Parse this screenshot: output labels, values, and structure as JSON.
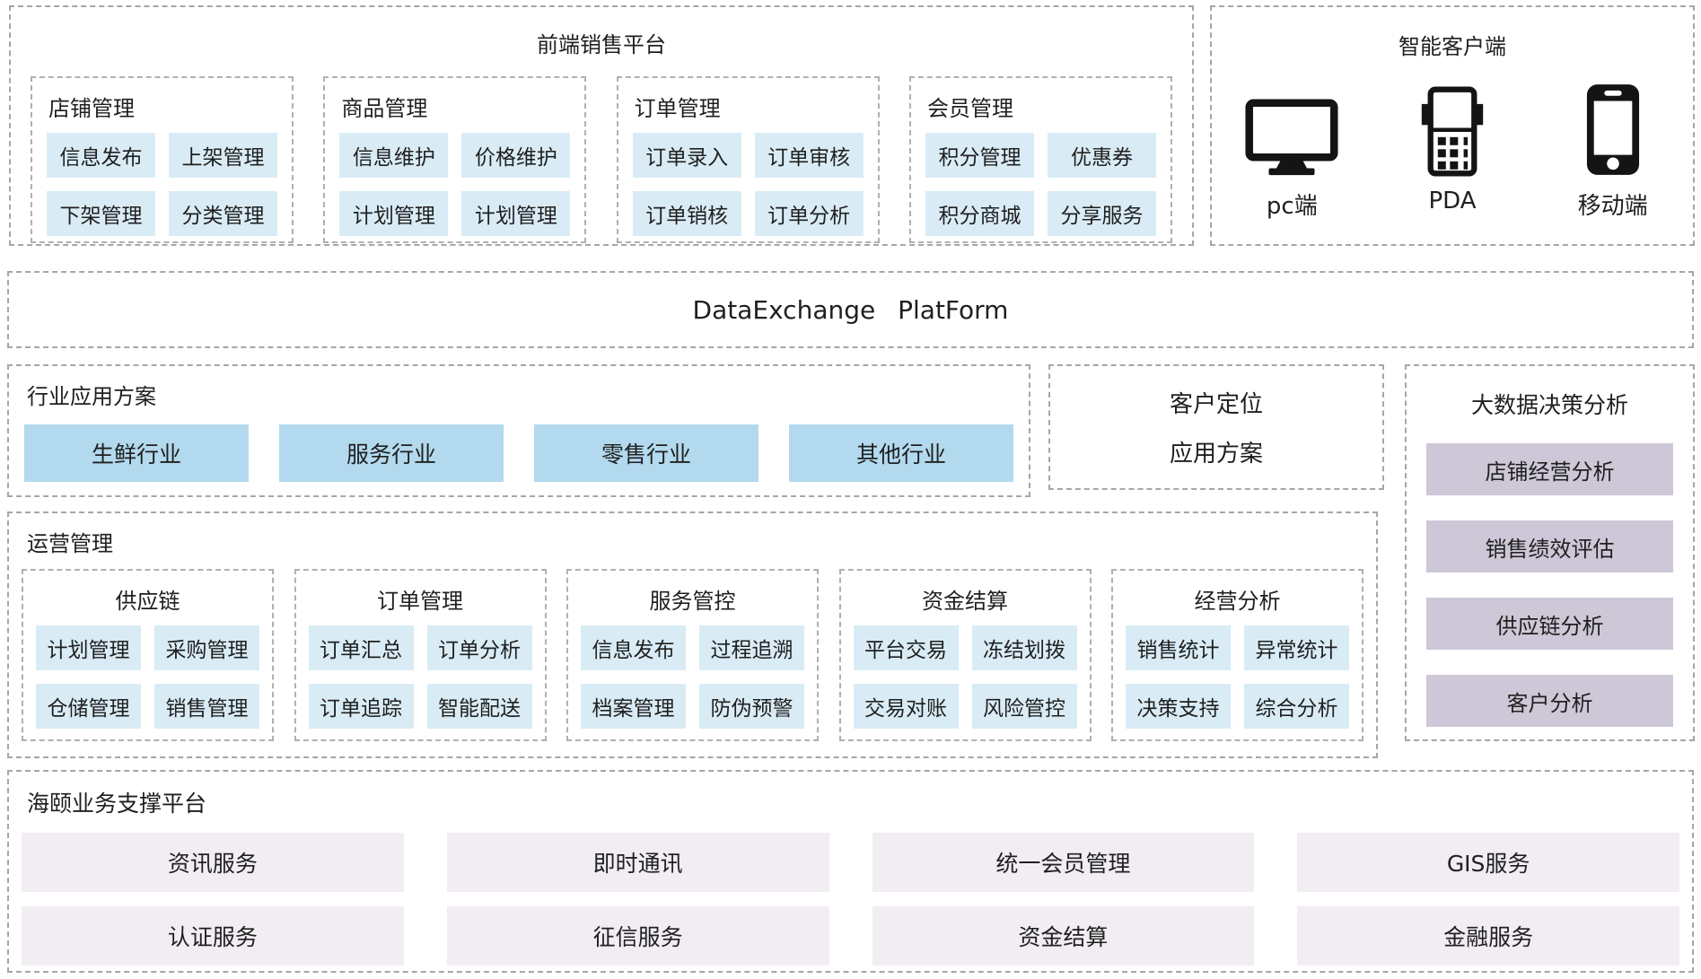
{
  "frontend_platform": {
    "title": "前端销售平台",
    "groups": [
      {
        "title": "店铺管理",
        "items": [
          "信息发布",
          "上架管理",
          "下架管理",
          "分类管理"
        ]
      },
      {
        "title": "商品管理",
        "items": [
          "信息维护",
          "价格维护",
          "计划管理",
          "计划管理"
        ]
      },
      {
        "title": "订单管理",
        "items": [
          "订单录入",
          "订单审核",
          "订单销核",
          "订单分析"
        ]
      },
      {
        "title": "会员管理",
        "items": [
          "积分管理",
          "优惠券",
          "积分商城",
          "分享服务"
        ]
      }
    ]
  },
  "smart_client": {
    "title": "智能客户端",
    "devices": [
      {
        "label": "pc端",
        "icon": "monitor-icon"
      },
      {
        "label": "PDA",
        "icon": "pda-icon"
      },
      {
        "label": "移动端",
        "icon": "mobile-icon"
      }
    ]
  },
  "data_exchange": {
    "title": "DataExchange PlatForm"
  },
  "industry_solutions": {
    "title": "行业应用方案",
    "items": [
      "生鲜行业",
      "服务行业",
      "零售行业",
      "其他行业"
    ]
  },
  "customer_positioning": {
    "line1": "客户定位",
    "line2": "应用方案"
  },
  "bigdata_analysis": {
    "title": "大数据决策分析",
    "items": [
      "店铺经营分析",
      "销售绩效评估",
      "供应链分析",
      "客户分析"
    ]
  },
  "operations_management": {
    "title": "运营管理",
    "groups": [
      {
        "title": "供应链",
        "items": [
          "计划管理",
          "采购管理",
          "仓储管理",
          "销售管理"
        ]
      },
      {
        "title": "订单管理",
        "items": [
          "订单汇总",
          "订单分析",
          "订单追踪",
          "智能配送"
        ]
      },
      {
        "title": "服务管控",
        "items": [
          "信息发布",
          "过程追溯",
          "档案管理",
          "防伪预警"
        ]
      },
      {
        "title": "资金结算",
        "items": [
          "平台交易",
          "冻结划拨",
          "交易对账",
          "风险管控"
        ]
      },
      {
        "title": "经营分析",
        "items": [
          "销售统计",
          "异常统计",
          "决策支持",
          "综合分析"
        ]
      }
    ]
  },
  "support_platform": {
    "title": "海颐业务支撑平台",
    "items": [
      "资讯服务",
      "即时通讯",
      "统一会员管理",
      "GIS服务",
      "认证服务",
      "征信服务",
      "资金结算",
      "金融服务"
    ]
  },
  "colors": {
    "item_blue": "#d9ecf6",
    "industry_blue": "#b2d9ee",
    "analysis_lavender": "#cdc7d7",
    "support_lavender": "#f1edf3",
    "border_gray": "#a6a6a6",
    "icon_black": "#141414"
  }
}
